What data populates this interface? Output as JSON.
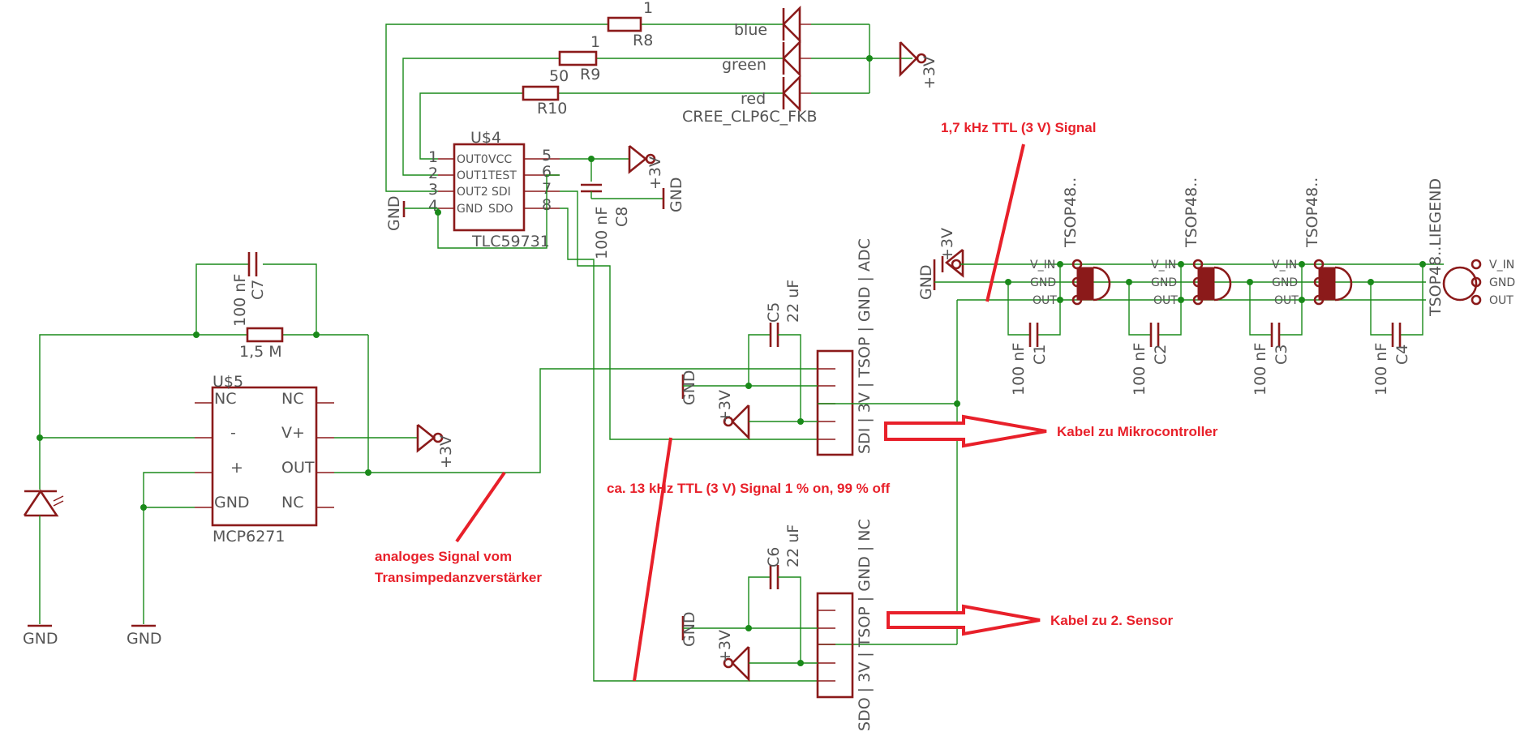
{
  "led": {
    "part": "CREE_CLP6C_FKB",
    "blue": "blue",
    "green": "green",
    "red": "red",
    "r8": "R8",
    "r8_value": "1",
    "r9": "R9",
    "r9_value": "1",
    "r10": "R10",
    "r10_value": "50",
    "supply": "+3V"
  },
  "driver": {
    "name": "U$4",
    "part": "TLC59731",
    "pins_left": [
      {
        "num": "1",
        "name": "OUT0"
      },
      {
        "num": "2",
        "name": "OUT1"
      },
      {
        "num": "3",
        "name": "OUT2"
      },
      {
        "num": "4",
        "name": "GND"
      }
    ],
    "pins_right": [
      {
        "num": "5",
        "name": "VCC"
      },
      {
        "num": "6",
        "name": "TEST"
      },
      {
        "num": "7",
        "name": "SDI"
      },
      {
        "num": "8",
        "name": "SDO"
      }
    ],
    "gnd": "GND",
    "supply": "+3V",
    "c8": "C8",
    "c8_value": "100 nF",
    "c8_gnd": "GND"
  },
  "amplifier": {
    "name": "U$5",
    "part": "MCP6271",
    "pins": {
      "nc1": "NC",
      "nc2": "NC",
      "minus": "-",
      "vplus": "V+",
      "plus": "+",
      "out": "OUT",
      "gnd": "GND",
      "nc3": "NC"
    },
    "supply": "+3V",
    "r_feedback": "1,5 M",
    "c7": "C7",
    "c7_value": "100 nF",
    "gnd1": "GND",
    "gnd2": "GND"
  },
  "connector_top": {
    "label": "SDI | 3V | TSOP | GND | ADC",
    "c5": "C5",
    "c5_value": "22 uF",
    "gnd": "GND",
    "supply": "+3V"
  },
  "connector_bottom": {
    "label": "SDO | 3V | TSOP | GND | NC",
    "c6": "C6",
    "c6_value": "22 uF",
    "gnd": "GND",
    "supply": "+3V"
  },
  "tsop": {
    "supply": "+3V",
    "gnd": "GND",
    "sensors": [
      {
        "name": "TSOP48..",
        "vin": "V_IN",
        "gnd": "GND",
        "out": "OUT",
        "cap": "C1",
        "cap_value": "100 nF"
      },
      {
        "name": "TSOP48..",
        "vin": "V_IN",
        "gnd": "GND",
        "out": "OUT",
        "cap": "C2",
        "cap_value": "100 nF"
      },
      {
        "name": "TSOP48..",
        "vin": "V_IN",
        "gnd": "GND",
        "out": "OUT",
        "cap": "C3",
        "cap_value": "100 nF"
      },
      {
        "name": "TSOP48..LIEGEND",
        "vin": "V_IN",
        "gnd": "GND",
        "out": "OUT",
        "cap": "C4",
        "cap_value": "100 nF"
      }
    ]
  },
  "annotations": {
    "tsop_signal": "1,7 kHz TTL (3 V) Signal",
    "mikrocontroller": "Kabel zu Mikrocontroller",
    "pwm_signal": "ca. 13 kHz TTL (3 V) Signal 1 % on, 99 % off",
    "analog_line1": "analoges Signal vom",
    "analog_line2": "Transimpedanzverstärker",
    "sensor2": "Kabel zu 2. Sensor"
  }
}
